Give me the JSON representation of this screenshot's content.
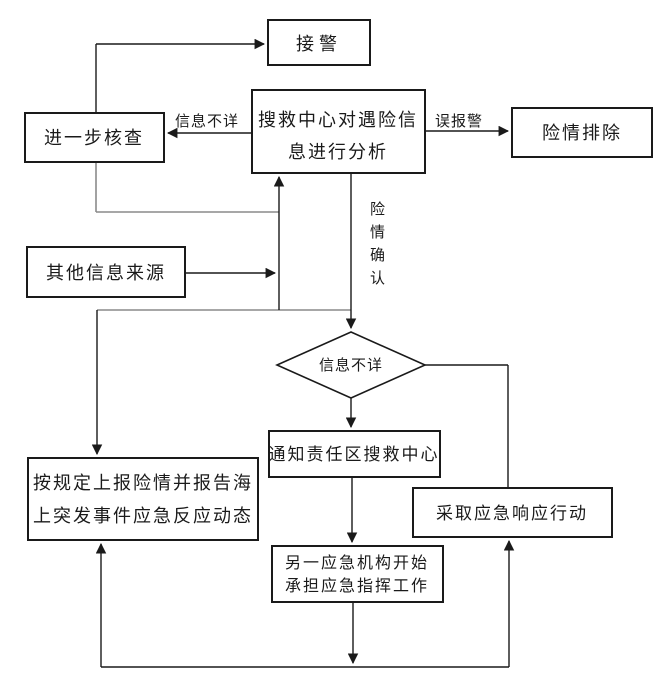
{
  "flowchart": {
    "nodes": {
      "receive_alarm": {
        "label": "接警"
      },
      "analyze_info": {
        "line1": "搜救中心对遇险信",
        "line2": "息进行分析"
      },
      "danger_cleared": {
        "label": "险情排除"
      },
      "further_check": {
        "label": "进一步核查"
      },
      "other_info_sources": {
        "label": "其他信息来源"
      },
      "report_danger": {
        "line1": "按规定上报险情并报告海",
        "line2": "上突发事件应急反应动态"
      },
      "notify_sar_center": {
        "label": "通知责任区搜救中心"
      },
      "take_response_action": {
        "label": "采取应急响应行动"
      },
      "another_agency": {
        "line1": "另一应急机构开始",
        "line2": "承担应急指挥工作"
      },
      "decision_info_unclear": {
        "label": "信息不详"
      }
    },
    "edge_labels": {
      "info_unclear": "信息不详",
      "false_alarm": "误报警",
      "danger_confirmed": {
        "chars": [
          "险",
          "情",
          "确",
          "认"
        ]
      }
    },
    "colors": {
      "line": "#1a1a1a",
      "line_gray": "#8a8a8a",
      "background": "#ffffff"
    }
  }
}
